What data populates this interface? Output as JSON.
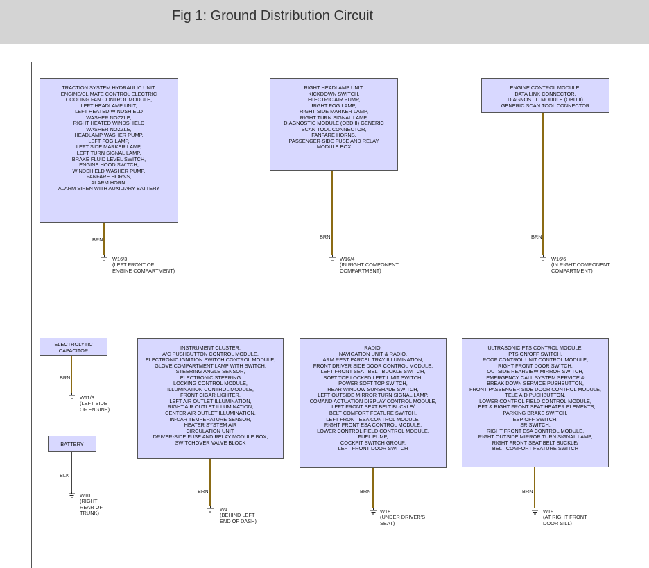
{
  "header": {
    "title": "Fig 1: Ground Distribution Circuit"
  },
  "colors": {
    "brn_wire": "#8B6B14",
    "blk_wire": "#444444",
    "box_fill": "#d8d8ff"
  },
  "circuits": [
    {
      "id": "w16-3",
      "components": [
        "TRACTION SYSTEM HYDRAULIC UNIT,",
        "ENGINE/CLIMATE CONTROL ELECTRIC",
        "COOLING FAN CONTROL MODULE,",
        "LEFT HEADLAMP UNIT,",
        "LEFT HEATED WINDSHIELD",
        "WASHER NOZZLE,",
        "RIGHT HEATED WINDSHIELD",
        "WASHER NOZZLE,",
        "HEADLAMP WASHER PUMP,",
        "LEFT FOG LAMP,",
        "LEFT SIDE MARKER LAMP,",
        "LEFT TURN SIGNAL LAMP,",
        "BRAKE FLUID LEVEL SWITCH,",
        "ENGINE HOOD SWITCH,",
        "WINDSHIELD WASHER PUMP,",
        "FANFARE HORNS,",
        "ALARM HORN,",
        "ALARM SIREN WITH AUXILIARY BATTERY"
      ],
      "wire_color": "BRN",
      "ground_name": "W16/3",
      "ground_location": [
        "(LEFT FRONT OF",
        "ENGINE COMPARTMENT)"
      ]
    },
    {
      "id": "w16-4",
      "components": [
        "RIGHT HEADLAMP UNIT,",
        "KICKDOWN SWITCH,",
        "ELECTRIC AIR PUMP,",
        "RIGHT FOG LAMP,",
        "RIGHT SIDE MARKER LAMP,",
        "RIGHT TURN SIGNAL LAMP,",
        "DIAGNOSTIC MODULE (OBD II) GENERIC",
        "SCAN TOOL CONNECTOR,",
        "FANFARE HORNS,",
        "PASSENGER-SIDE FUSE AND RELAY",
        "MODULE BOX"
      ],
      "wire_color": "BRN",
      "ground_name": "W16/4",
      "ground_location": [
        "(IN RIGHT COMPONENT",
        "COMPARTMENT)"
      ]
    },
    {
      "id": "w16-6",
      "components": [
        "ENGINE CONTROL MODULE,",
        "DATA LINK CONNECTOR,",
        "DIAGNOSTIC MODULE (OBD II)",
        "GENERIC SCAN TOOL CONNECTOR"
      ],
      "wire_color": "BRN",
      "ground_name": "W16/6",
      "ground_location": [
        "(IN RIGHT COMPONENT",
        "COMPARTMENT)"
      ]
    },
    {
      "id": "w11-3",
      "components": [
        "ELECTROLYTIC",
        "CAPACITOR"
      ],
      "wire_color": "BRN",
      "ground_name": "W11/3",
      "ground_location": [
        "(LEFT SIDE",
        "OF ENGINE)"
      ]
    },
    {
      "id": "w10",
      "components": [
        "BATTERY"
      ],
      "wire_color": "BLK",
      "ground_name": "W10",
      "ground_location": [
        "(RIGHT",
        "REAR OF",
        "TRUNK)"
      ]
    },
    {
      "id": "w1",
      "components": [
        "INSTRUMENT CLUSTER,",
        "A/C PUSHBUTTON CONTROL MODULE,",
        "ELECTRONIC IGNITION SWITCH CONTROL MODULE,",
        "GLOVE COMPARTMENT LAMP WITH SWITCH,",
        "STEERING ANGLE SENSOR,",
        "ELECTRONIC STEERING",
        "LOCKING CONTROL MODULE,",
        "ILLUMINATION CONTROL MODULE,",
        "FRONT CIGAR LIGHTER,",
        "LEFT AIR OUTLET ILLUMINATION,",
        "RIGHT AIR OUTLET ILLUMINATION,",
        "CENTER AIR OUTLET ILLUMINATION,",
        "IN-CAR TEMPERATURE SENSOR,",
        "HEATER SYSTEM AIR",
        "CIRCULATION UNIT,",
        "DRIVER-SIDE FUSE AND RELAY MODULE BOX,",
        "SWITCHOVER VALVE BLOCK"
      ],
      "wire_color": "BRN",
      "ground_name": "W1",
      "ground_location": [
        "(BEHIND LEFT",
        "END OF DASH)"
      ]
    },
    {
      "id": "w18",
      "components": [
        "RADIO,",
        "NAVIGATION UNIT & RADIO,",
        "ARM REST PARCEL TRAY ILLUMINATION,",
        "FRONT DRIVER SIDE DOOR CONTROL MODULE,",
        "LEFT FRONT SEAT BELT BUCKLE SWITCH,",
        "SOFT TOP LOCKED LEFT LIMIT SWITCH,",
        "POWER SOFT TOP SWITCH,",
        "REAR WINDOW SUNSHADE SWITCH,",
        "LEFT OUTSIDE MIRROR TURN SIGNAL LAMP,",
        "COMAND ACTUATION DISPLAY CONTROL MODULE,",
        "LEFT FRONT SEAT BELT BUCKLE/",
        "BELT COMFORT FEATURE SWITCH,",
        "LEFT FRONT ESA CONTROL MODULE,",
        "RIGHT FRONT ESA CONTROL MODULE,",
        "LOWER CONTROL FIELD CONTROL MODULE,",
        "FUEL PUMP,",
        "COCKPIT SWITCH GROUP,",
        "LEFT FRONT DOOR SWITCH"
      ],
      "wire_color": "BRN",
      "ground_name": "W18",
      "ground_location": [
        "(UNDER DRIVER'S",
        "SEAT)"
      ]
    },
    {
      "id": "w19",
      "components": [
        "ULTRASONIC PTS CONTROL MODULE,",
        "PTS ON/OFF SWITCH,",
        "ROOF CONTROL UNIT CONTROL MODULE,",
        "RIGHT FRONT DOOR SWITCH,",
        "OUTSIDE REARVIEW MIRROR SWITCH,",
        "EMERGENCY CALL SYSTEM SERVICE &",
        "BREAK DOWN SERVICE PUSHBUTTON,",
        "FRONT PASSENGER SIDE DOOR CONTROL MODULE,",
        "TELE AID PUSHBUTTON,",
        "LOWER CONTROL FIELD CONTROL MODULE,",
        "LEFT & RIGHT FRONT SEAT HEATER ELEMENTS,",
        "PARKING BRAKE SWITCH,",
        "ESP OFF SWITCH,",
        "SR SWITCH,",
        "RIGHT FRONT ESA CONTROL MODULE,",
        "RIGHT OUTSIDE MIRROR TURN SIGNAL LAMP,",
        "RIGHT FRONT SEAT BELT BUCKLE/",
        "BELT COMFORT FEATURE SWITCH"
      ],
      "wire_color": "BRN",
      "ground_name": "W19",
      "ground_location": [
        "(AT RIGHT FRONT",
        "DOOR SILL)"
      ]
    }
  ]
}
